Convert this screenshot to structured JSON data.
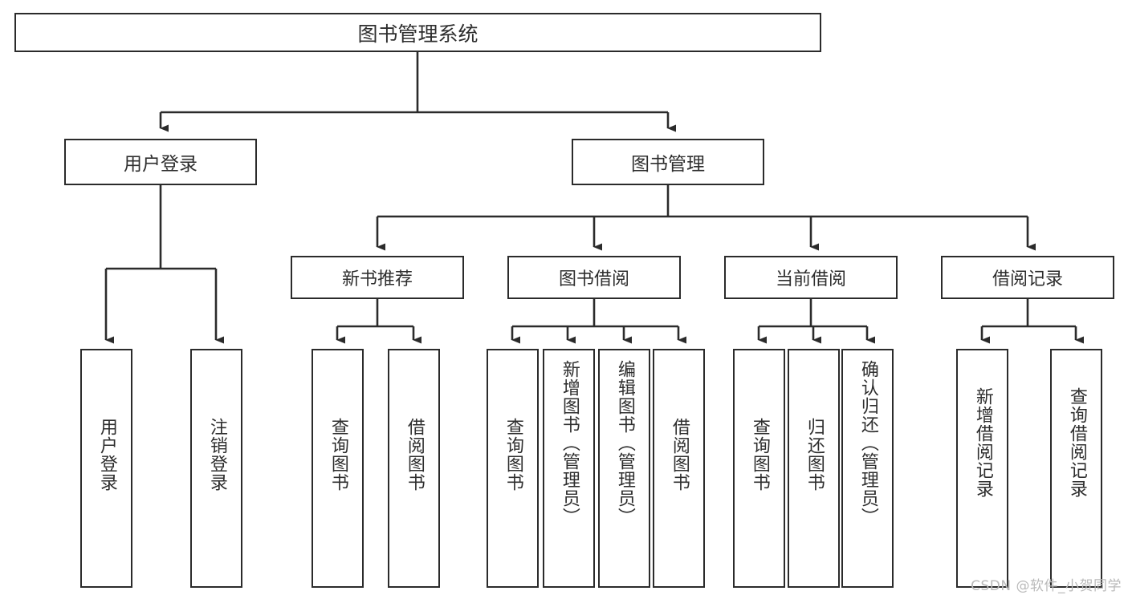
{
  "diagram": {
    "title": "图书管理系统",
    "stroke_color": "#2b2b2b",
    "text_color": "#2e2e2e",
    "background_color": "#ffffff",
    "watermark": "CSDN @软件_小贺同学",
    "root": {
      "label": "图书管理系统"
    },
    "level1": [
      {
        "label": "用户登录"
      },
      {
        "label": "图书管理"
      }
    ],
    "level2": [
      {
        "label": "新书推荐"
      },
      {
        "label": "图书借阅"
      },
      {
        "label": "当前借阅"
      },
      {
        "label": "借阅记录"
      }
    ],
    "leaves": [
      {
        "label": "用户登录",
        "parent": "用户登录"
      },
      {
        "label": "注销登录",
        "parent": "用户登录"
      },
      {
        "label": "查询图书",
        "parent": "新书推荐"
      },
      {
        "label": "借阅图书",
        "parent": "新书推荐"
      },
      {
        "label": "查询图书",
        "parent": "图书借阅"
      },
      {
        "label": "新增图书（管理员）",
        "parent": "图书借阅"
      },
      {
        "label": "编辑图书（管理员）",
        "parent": "图书借阅"
      },
      {
        "label": "借阅图书",
        "parent": "图书借阅"
      },
      {
        "label": "查询图书",
        "parent": "当前借阅"
      },
      {
        "label": "归还图书",
        "parent": "当前借阅"
      },
      {
        "label": "确认归还（管理员）",
        "parent": "当前借阅"
      },
      {
        "label": "新增借阅记录",
        "parent": "借阅记录"
      },
      {
        "label": "查询借阅记录",
        "parent": "借阅记录"
      }
    ]
  }
}
